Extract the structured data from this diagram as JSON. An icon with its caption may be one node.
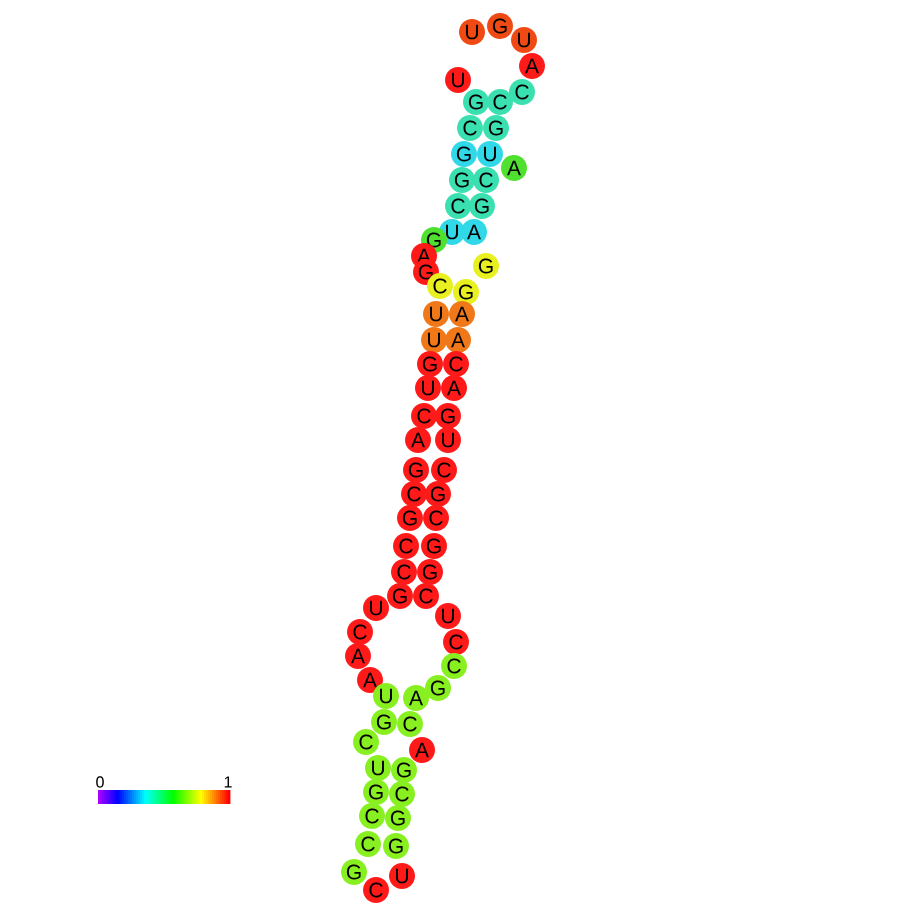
{
  "diagram": {
    "nodes": [
      {
        "text": [
          "G"
        ]
      },
      {
        "text": [
          "U"
        ]
      },
      {
        "text": [
          "U"
        ]
      },
      {
        "text": [
          "A"
        ]
      },
      {
        "text": [
          "U"
        ]
      },
      {
        "text": [
          "C"
        ]
      },
      {
        "text": [
          "G"
        ]
      },
      {
        "text": [
          "C"
        ]
      },
      {
        "text": [
          "C"
        ]
      },
      {
        "text": [
          "G"
        ]
      },
      {
        "text": [
          "G"
        ]
      },
      {
        "text": [
          "U"
        ]
      },
      {
        "text": [
          "A"
        ]
      },
      {
        "text": [
          "G"
        ]
      },
      {
        "text": [
          "C"
        ]
      },
      {
        "text": [
          "C"
        ]
      },
      {
        "text": [
          "G"
        ]
      },
      {
        "text": [
          "U"
        ]
      },
      {
        "text": [
          "A"
        ]
      },
      {
        "text": [
          "G"
        ]
      },
      {
        "text": [
          "A"
        ]
      },
      {
        "text": [
          "G"
        ]
      },
      {
        "text": [
          "G"
        ]
      },
      {
        "text": [
          "C"
        ]
      },
      {
        "text": [
          "G"
        ]
      },
      {
        "text": [
          "U"
        ]
      },
      {
        "text": [
          "A"
        ]
      },
      {
        "text": [
          "U"
        ]
      },
      {
        "text": [
          "A"
        ]
      },
      {
        "text": [
          "G"
        ]
      },
      {
        "text": [
          "C"
        ]
      },
      {
        "text": [
          "U"
        ]
      },
      {
        "text": [
          "A"
        ]
      },
      {
        "text": [
          "C"
        ]
      },
      {
        "text": [
          "G"
        ]
      },
      {
        "text": [
          "A"
        ]
      },
      {
        "text": [
          "U"
        ]
      },
      {
        "text": [
          "G"
        ]
      },
      {
        "text": [
          "C"
        ]
      },
      {
        "text": [
          "C"
        ]
      },
      {
        "text": [
          "G"
        ]
      },
      {
        "text": [
          "G"
        ]
      },
      {
        "text": [
          "C"
        ]
      },
      {
        "text": [
          "C"
        ]
      },
      {
        "text": [
          "G"
        ]
      },
      {
        "text": [
          "C"
        ]
      },
      {
        "text": [
          "G"
        ]
      },
      {
        "text": [
          "G"
        ]
      },
      {
        "text": [
          "C"
        ]
      },
      {
        "text": [
          "U"
        ]
      },
      {
        "text": [
          "C"
        ]
      },
      {
        "text": [
          "A"
        ]
      },
      {
        "text": [
          "A"
        ]
      },
      {
        "text": [
          "U"
        ]
      },
      {
        "text": [
          "C"
        ]
      },
      {
        "text": [
          "C"
        ]
      },
      {
        "text": [
          "G"
        ]
      },
      {
        "text": [
          "U"
        ]
      },
      {
        "text": [
          "A"
        ]
      },
      {
        "text": [
          "G"
        ]
      },
      {
        "text": [
          "C"
        ]
      },
      {
        "text": [
          "C"
        ]
      },
      {
        "text": [
          "A"
        ]
      },
      {
        "text": [
          "U"
        ]
      },
      {
        "text": [
          "G"
        ]
      },
      {
        "text": [
          "G"
        ]
      },
      {
        "text": [
          "C"
        ]
      },
      {
        "text": [
          "C"
        ]
      },
      {
        "text": [
          "G"
        ]
      },
      {
        "text": [
          "C"
        ]
      },
      {
        "text": [
          "G"
        ]
      },
      {
        "text": [
          "G"
        ]
      },
      {
        "text": [
          "U"
        ]
      },
      {
        "text": [
          "C"
        ]
      }
    ],
    "labels": [
      "0",
      "1"
    ]
  }
}
